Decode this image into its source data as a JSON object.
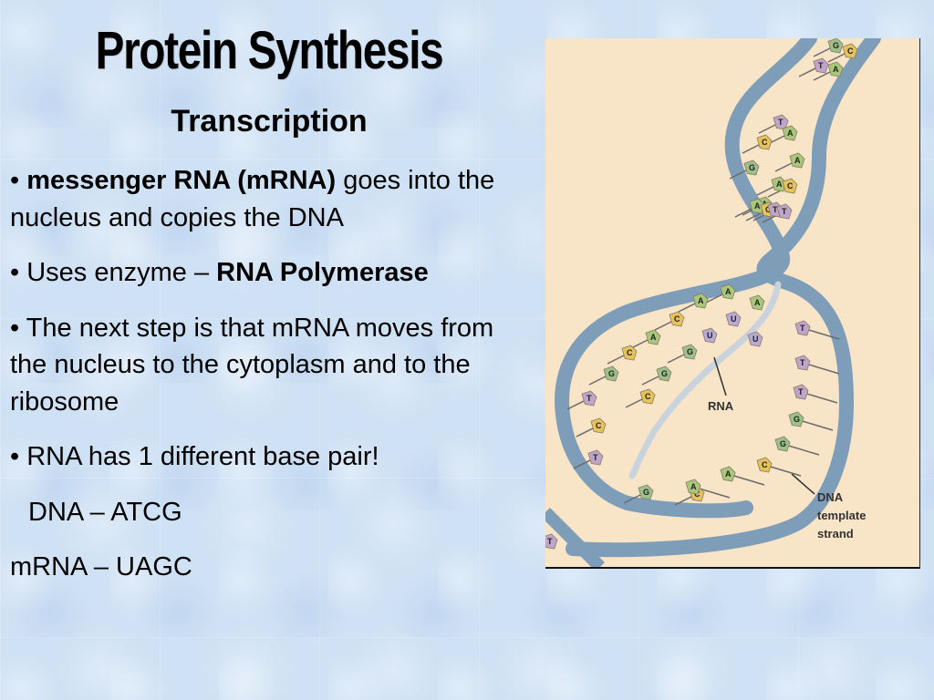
{
  "slide": {
    "title": "Protein Synthesis",
    "subtitle": "Transcription",
    "bullets": [
      {
        "prefix": "• ",
        "bold": "messenger RNA (mRNA)",
        "suffix": " goes into the nucleus and copies the DNA"
      },
      {
        "prefix": "• Uses enzyme – ",
        "bold": "RNA Polymerase",
        "suffix": ""
      },
      {
        "text": "• The next step is that mRNA moves from the nucleus to the cytoplasm and to the ribosome"
      },
      {
        "text": "• RNA has 1 different base pair!"
      }
    ],
    "pairs": [
      {
        "text": "DNA – ATCG"
      },
      {
        "text": "mRNA – UAGC"
      }
    ]
  },
  "figure": {
    "labels": {
      "rna": "RNA",
      "template": [
        "DNA",
        "template",
        "strand"
      ]
    },
    "colors": {
      "background": "#f8e4c6",
      "backbone": "#7e9db9",
      "A": "#a7c77a",
      "T": "#bfa5c9",
      "G": "#9bc08a",
      "C": "#e6c25a",
      "U": "#b8a9d6",
      "rna": "#c9d3de"
    },
    "bases": {
      "top_a": [
        "G",
        "T",
        "T",
        "C",
        "G",
        "A",
        "A",
        "A"
      ],
      "top_b": [
        "C",
        "A",
        "A",
        "A",
        "C",
        "C",
        "T",
        "T"
      ],
      "lower_left": [
        "A",
        "A",
        "C",
        "A",
        "G",
        "C",
        "G",
        "G",
        "C",
        "T",
        "C",
        "T",
        "G",
        "C"
      ],
      "rna": [
        "A",
        "U",
        "U",
        "U"
      ],
      "lower_right": [
        "T",
        "T",
        "T",
        "G",
        "G",
        "C",
        "A",
        "A"
      ],
      "bottom": [
        "T"
      ]
    }
  }
}
